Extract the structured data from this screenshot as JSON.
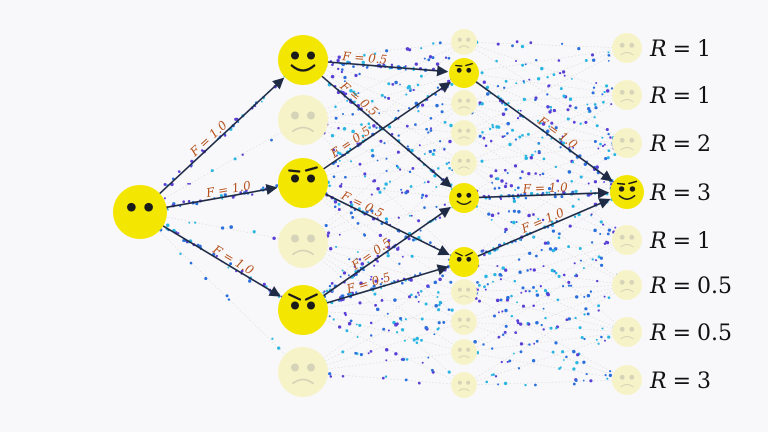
{
  "diagram": {
    "faces": {
      "root": {
        "expression": "neutral"
      },
      "layer1": [
        {
          "expression": "smile",
          "faded": false
        },
        {
          "expression": "frown",
          "faded": true
        },
        {
          "expression": "smirk",
          "faded": false
        },
        {
          "expression": "frown",
          "faded": true
        },
        {
          "expression": "sad-brows",
          "faded": false
        },
        {
          "expression": "frown",
          "faded": true
        }
      ],
      "layer2": [
        {
          "expression": "frown",
          "faded": true
        },
        {
          "expression": "smirk",
          "faded": false
        },
        {
          "expression": "frown",
          "faded": true
        },
        {
          "expression": "frown",
          "faded": true
        },
        {
          "expression": "frown",
          "faded": true
        },
        {
          "expression": "smile",
          "faded": false
        },
        {
          "expression": "sad-brows",
          "faded": false
        },
        {
          "expression": "frown",
          "faded": true
        },
        {
          "expression": "frown",
          "faded": true
        },
        {
          "expression": "frown",
          "faded": true
        },
        {
          "expression": "frown",
          "faded": true
        }
      ],
      "leaves": [
        {
          "expression": "frown",
          "faded": true
        },
        {
          "expression": "frown",
          "faded": true
        },
        {
          "expression": "frown",
          "faded": true
        },
        {
          "expression": "smirk-smile",
          "faded": false
        },
        {
          "expression": "frown",
          "faded": true
        },
        {
          "expression": "frown",
          "faded": true
        },
        {
          "expression": "frown",
          "faded": true
        },
        {
          "expression": "frown",
          "faded": true
        }
      ]
    },
    "rewards": [
      {
        "var": "R",
        "eq": "=",
        "value": "1"
      },
      {
        "var": "R",
        "eq": "=",
        "value": "1"
      },
      {
        "var": "R",
        "eq": "=",
        "value": "2"
      },
      {
        "var": "R",
        "eq": "=",
        "value": "3"
      },
      {
        "var": "R",
        "eq": "=",
        "value": "1"
      },
      {
        "var": "R",
        "eq": "=",
        "value": "0.5"
      },
      {
        "var": "R",
        "eq": "=",
        "value": "0.5"
      },
      {
        "var": "R",
        "eq": "=",
        "value": "3"
      }
    ],
    "flows": [
      {
        "from": "root",
        "to": "l1-0",
        "label": "F = 1.0"
      },
      {
        "from": "root",
        "to": "l1-2",
        "label": "F = 1.0"
      },
      {
        "from": "root",
        "to": "l1-4",
        "label": "F = 1.0"
      },
      {
        "from": "l1-0",
        "to": "l2-1",
        "label": "F = 0.5"
      },
      {
        "from": "l1-0",
        "to": "l2-5",
        "label": "F = 0.5"
      },
      {
        "from": "l1-2",
        "to": "l2-1",
        "label": "F = 0.5"
      },
      {
        "from": "l1-2",
        "to": "l2-6",
        "label": "F = 0.5"
      },
      {
        "from": "l1-4",
        "to": "l2-5",
        "label": "F = 0.5"
      },
      {
        "from": "l1-4",
        "to": "l2-6",
        "label": "F = 0.5"
      },
      {
        "from": "l2-1",
        "to": "leaf-3",
        "label": "F = 1.0"
      },
      {
        "from": "l2-5",
        "to": "leaf-3",
        "label": "F = 1.0"
      },
      {
        "from": "l2-6",
        "to": "leaf-3",
        "label": "F = 1.0"
      }
    ],
    "colors": {
      "face": "#f3e600",
      "face_faded": "#f7f3c8",
      "feature": "#1a1a1a",
      "feature_faded": "#d6d4b8",
      "edge": "#1f2a44",
      "flow_label": "#b5521c",
      "particle_a": "#2a6fdb",
      "particle_b": "#29b6e0",
      "particle_c": "#5a3fd6",
      "faint_edge": "#d9d9d9"
    }
  }
}
